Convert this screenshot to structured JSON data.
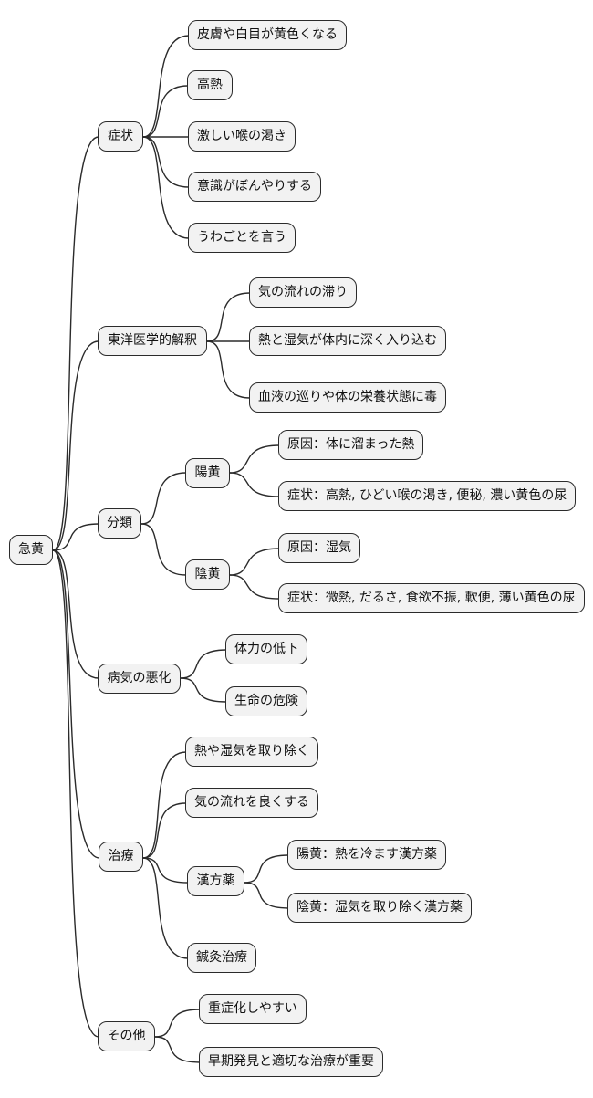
{
  "mindmap": {
    "root": {
      "label": "急黄"
    },
    "branches": [
      {
        "label": "症状",
        "children": [
          {
            "label": "皮膚や白目が黄色くなる"
          },
          {
            "label": "高熱"
          },
          {
            "label": "激しい喉の渇き"
          },
          {
            "label": "意識がぼんやりする"
          },
          {
            "label": "うわごとを言う"
          }
        ]
      },
      {
        "label": "東洋医学的解釈",
        "children": [
          {
            "label": "気の流れの滞り"
          },
          {
            "label": "熱と湿気が体内に深く入り込む"
          },
          {
            "label": "血液の巡りや体の栄養状態に毒"
          }
        ]
      },
      {
        "label": "分類",
        "children": [
          {
            "label": "陽黄",
            "children": [
              {
                "label": "原因：体に溜まった熱"
              },
              {
                "label": "症状：高熱, ひどい喉の渇き, 便秘, 濃い黄色の尿"
              }
            ]
          },
          {
            "label": "陰黄",
            "children": [
              {
                "label": "原因：湿気"
              },
              {
                "label": "症状：微熱, だるさ, 食欲不振, 軟便, 薄い黄色の尿"
              }
            ]
          }
        ]
      },
      {
        "label": "病気の悪化",
        "children": [
          {
            "label": "体力の低下"
          },
          {
            "label": "生命の危険"
          }
        ]
      },
      {
        "label": "治療",
        "children": [
          {
            "label": "熱や湿気を取り除く"
          },
          {
            "label": "気の流れを良くする"
          },
          {
            "label": "漢方薬",
            "children": [
              {
                "label": "陽黄：熱を冷ます漢方薬"
              },
              {
                "label": "陰黄：湿気を取り除く漢方薬"
              }
            ]
          },
          {
            "label": "鍼灸治療"
          }
        ]
      },
      {
        "label": "その他",
        "children": [
          {
            "label": "重症化しやすい"
          },
          {
            "label": "早期発見と適切な治療が重要"
          }
        ]
      }
    ]
  },
  "colors": {
    "background": "#ffffff",
    "node_fill": "#f2f2f2",
    "node_border": "#2b2b2b",
    "line": "#2b2b2b",
    "text": "#111111"
  }
}
